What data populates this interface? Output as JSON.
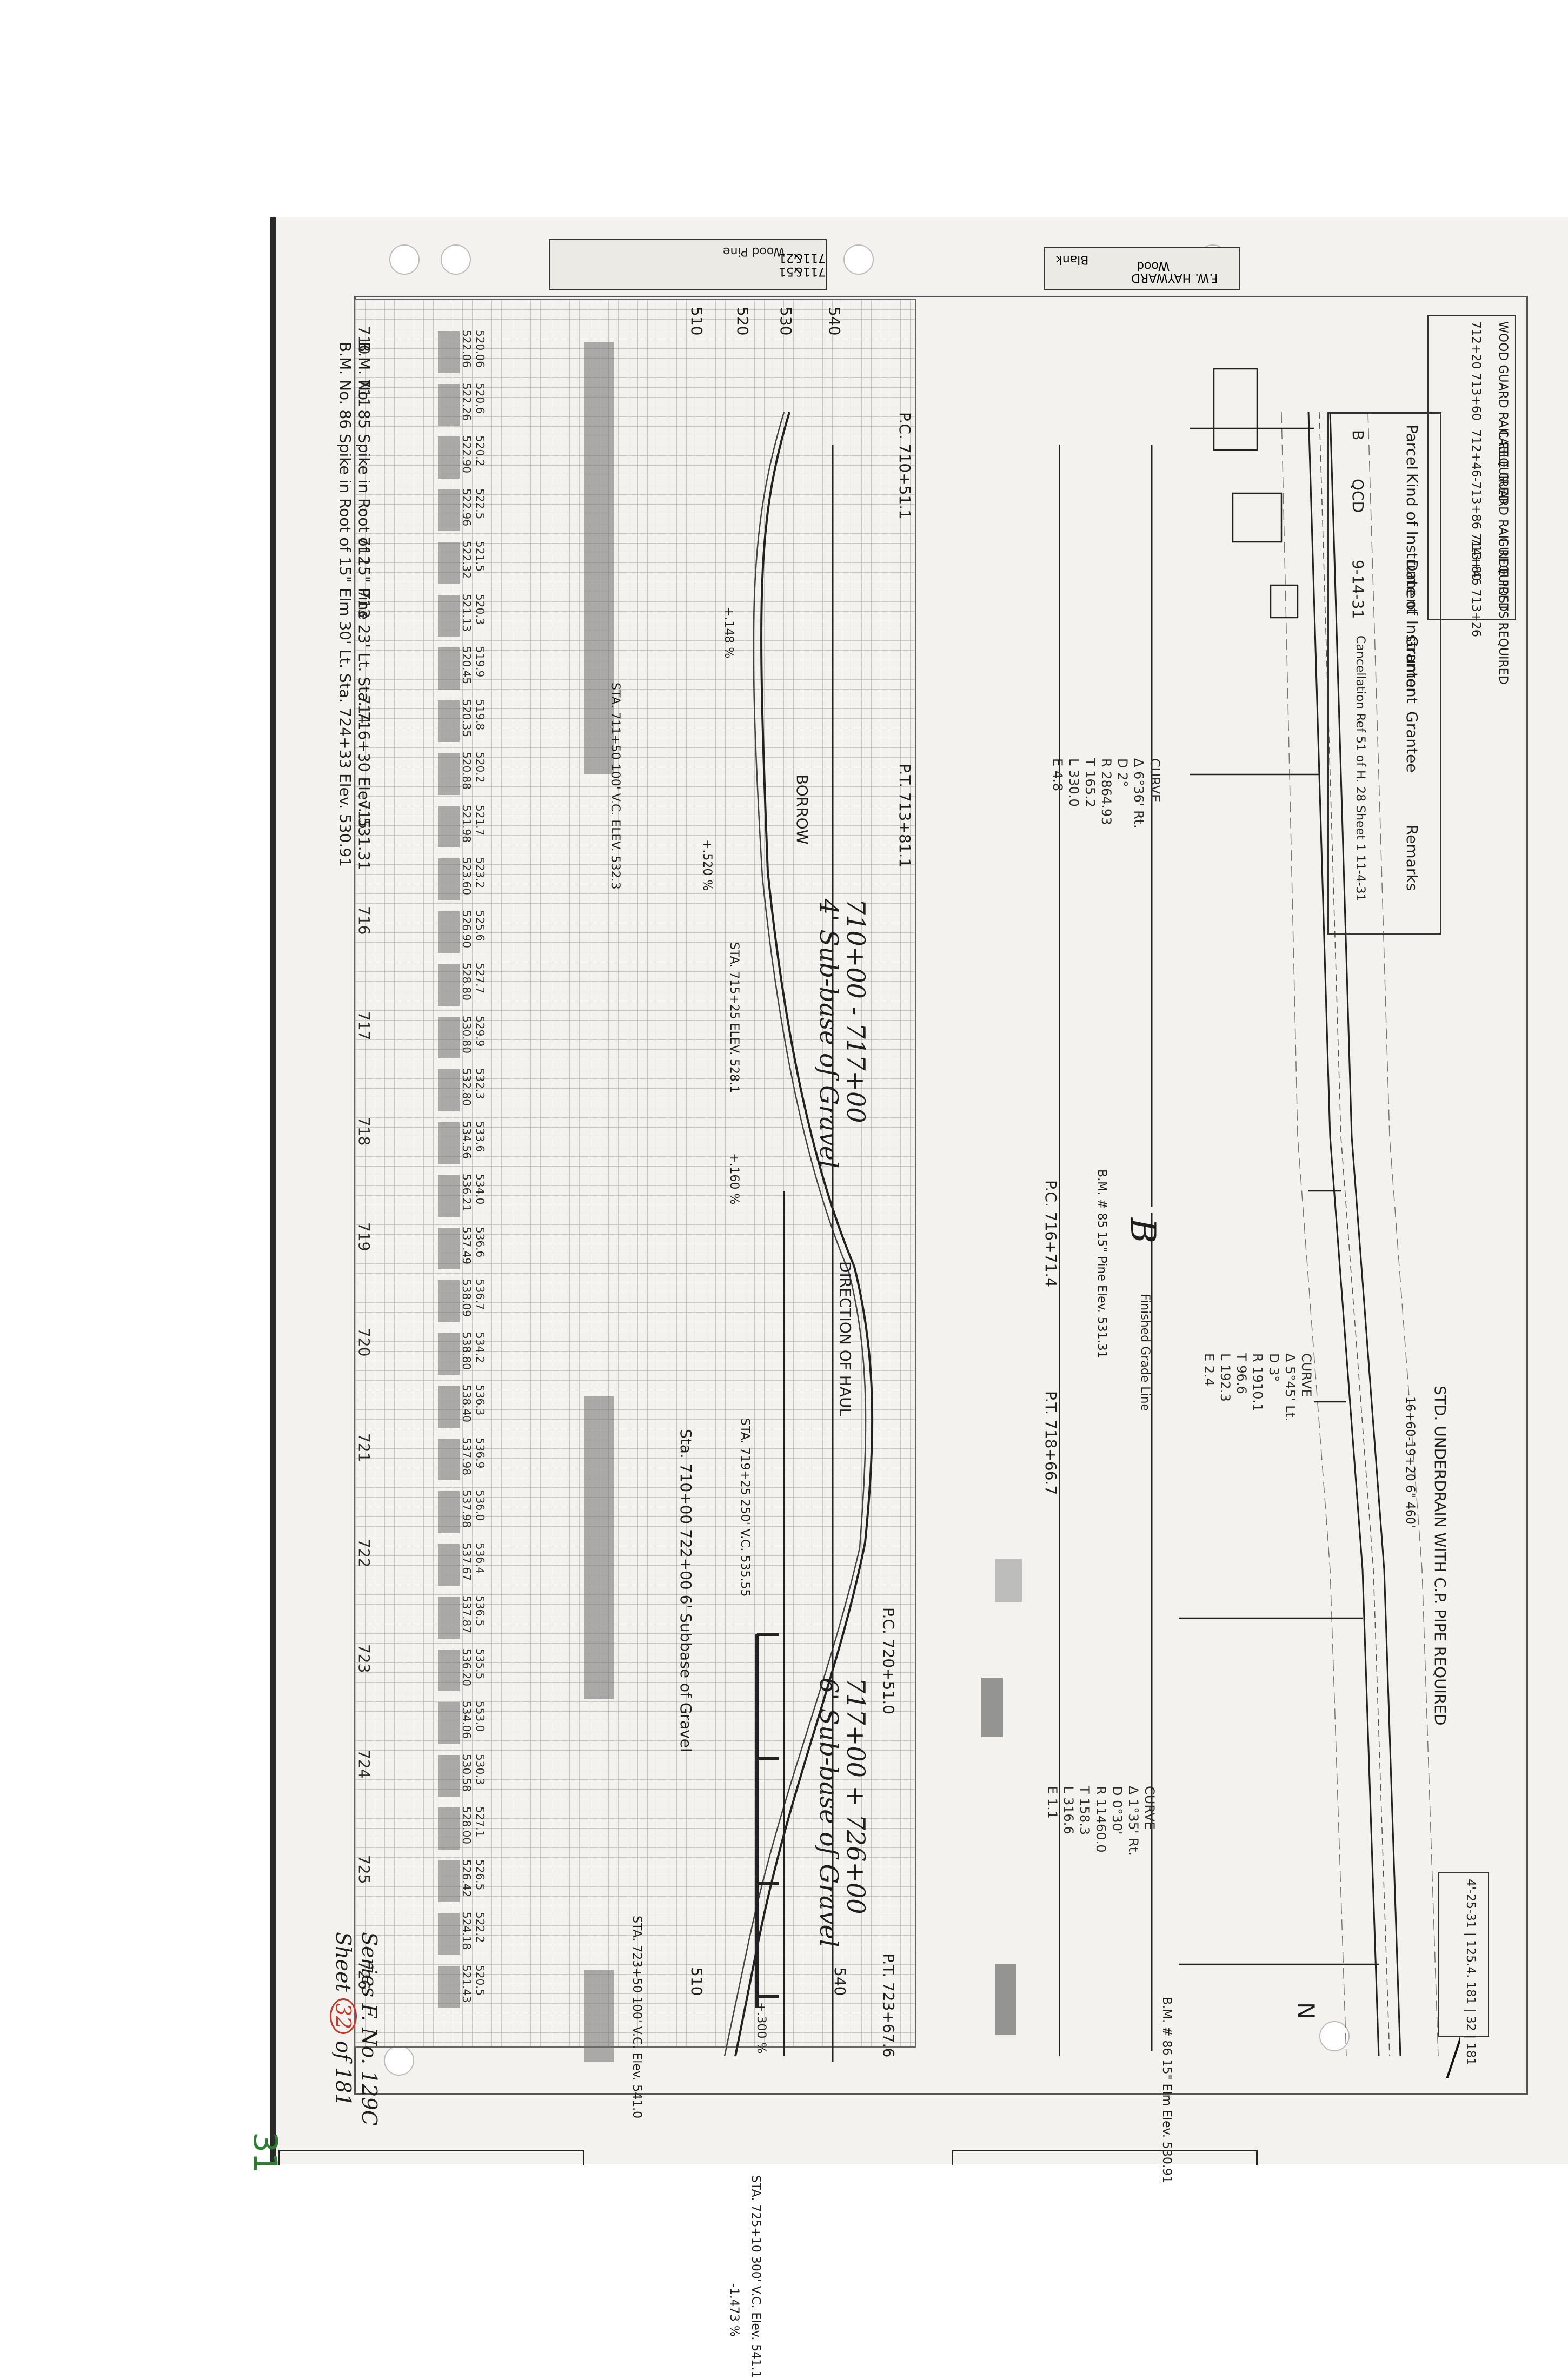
{
  "page_number": "31",
  "header_strips": {
    "left": "Wood Pine",
    "left_num": "711&51 711&21",
    "right_blank": "Blank",
    "right_wood": "Wood",
    "right_name": "F.W. HAYWARD"
  },
  "guard_rail_table": {
    "col1": "WOOD GUARD RAIL REQUIRED",
    "col2": "CABLE GUARD RAIL REQUIRED",
    "col3": "GUIDE POSTS REQUIRED",
    "rows": [
      "712+20 713+60",
      "712+46-713+86 714+80",
      "713+46 713+26"
    ]
  },
  "parcel_table": {
    "headers": [
      "Parcel",
      "Kind of Instrument",
      "Date of Instrument",
      "Grantor",
      "Grantee",
      "Remarks"
    ],
    "row": [
      "B",
      "QCD",
      "9-14-31",
      "",
      "Cancellation Ref 51 of H. 28 Sheet 1 11-4-31",
      ""
    ]
  },
  "labels": {
    "borrow": "BORROW",
    "direction": "DIRECTION OF HAUL",
    "gravel_a_range": "710+00 - 717+00",
    "gravel_a_desc": "4' Sub-base of Gravel",
    "gravel_b_range": "717+00 + 726+00",
    "gravel_b_desc": "6' Sub-base of Gravel",
    "gravel_c": "Sta. 710+00 722+00 6' Subbase of Gravel",
    "grade_label": "Finished Grade Line",
    "pc1": "P.C. 710+51.1",
    "pt1": "P.T. 713+81.1",
    "pc2": "P.C. 716+71.4",
    "pt2": "P.T. 718+66.7",
    "pc3": "P.C. 720+51.0",
    "pt3": "P.T. 723+67.6",
    "bm85_label": "B.M. # 85 15\" Pine Elev. 531.31",
    "bm86_label": "B.M. # 86 15\" Elm Elev. 530.91",
    "parcel_mark": "B",
    "north": "N",
    "right_note_1": "STD. UNDERDRAIN WITH C.P. PIPE REQUIRED",
    "right_note_2": "16+60-19+20 6\" 460'",
    "title_block": "4'-25-31 | 125.4. 181 | 32 | 181"
  },
  "curves": [
    {
      "lines": [
        "CURVE",
        "Δ 6°36' Rt.",
        "D 2°",
        "R 2864.93",
        "T 165.2",
        "L 330.0",
        "E 4.8"
      ]
    },
    {
      "lines": [
        "CURVE",
        "Δ 5°45' Lt.",
        "D 3°",
        "R 1910.1",
        "T 96.6",
        "L 192.3",
        "E 2.4"
      ]
    },
    {
      "lines": [
        "CURVE",
        "Δ 1°35' Rt.",
        "D 0°30'",
        "R 11460.0",
        "T 158.3",
        "L 316.6",
        "E 1.1"
      ]
    }
  ],
  "vertical_curves": [
    {
      "text": "STA. 711+50 100' V.C. ELEV. 532.3"
    },
    {
      "text": "STA. 715+25 ELEV. 528.1"
    },
    {
      "text": "STA. 719+25 250' V.C. 535.55"
    },
    {
      "text": "STA. 723+50 100' V.C. Elev. 541.0"
    },
    {
      "text": "STA. 725+10 300' V.C. Elev. 541.1"
    }
  ],
  "grades": [
    "+.148 %",
    "+.520 %",
    "+.160 %",
    "+.300 %",
    "-1.473 %"
  ],
  "elev_axis": [
    "510",
    "520",
    "530",
    "540"
  ],
  "stations": [
    {
      "sta": "710",
      "top": "520.06",
      "bot": "522.06"
    },
    {
      "sta": "711",
      "top": "520.6",
      "bot": "522.26"
    },
    {
      "sta": "",
      "top": "520.2",
      "bot": "522.90"
    },
    {
      "sta": "",
      "top": "522.5",
      "bot": "522.96"
    },
    {
      "sta": "712",
      "top": "521.5",
      "bot": "522.32"
    },
    {
      "sta": "713",
      "top": "520.3",
      "bot": "521.13"
    },
    {
      "sta": "",
      "top": "519.9",
      "bot": "520.45"
    },
    {
      "sta": "714",
      "top": "519.8",
      "bot": "520.35"
    },
    {
      "sta": "",
      "top": "520.2",
      "bot": "520.88"
    },
    {
      "sta": "715",
      "top": "521.7",
      "bot": "521.98"
    },
    {
      "sta": "",
      "top": "523.2",
      "bot": "523.60"
    },
    {
      "sta": "716",
      "top": "525.6",
      "bot": "526.90"
    },
    {
      "sta": "",
      "top": "527.7",
      "bot": "528.80"
    },
    {
      "sta": "717",
      "top": "529.9",
      "bot": "530.80"
    },
    {
      "sta": "",
      "top": "532.3",
      "bot": "532.80"
    },
    {
      "sta": "718",
      "top": "533.6",
      "bot": "534.56"
    },
    {
      "sta": "",
      "top": "534.0",
      "bot": "536.21"
    },
    {
      "sta": "719",
      "top": "536.6",
      "bot": "537.49"
    },
    {
      "sta": "",
      "top": "536.7",
      "bot": "538.09"
    },
    {
      "sta": "720",
      "top": "534.2",
      "bot": "538.80"
    },
    {
      "sta": "",
      "top": "536.3",
      "bot": "538.40"
    },
    {
      "sta": "721",
      "top": "536.9",
      "bot": "537.98"
    },
    {
      "sta": "",
      "top": "536.0",
      "bot": "537.98"
    },
    {
      "sta": "722",
      "top": "536.4",
      "bot": "537.67"
    },
    {
      "sta": "",
      "top": "536.5",
      "bot": "537.87"
    },
    {
      "sta": "723",
      "top": "535.5",
      "bot": "536.20"
    },
    {
      "sta": "",
      "top": "553.0",
      "bot": "534.06"
    },
    {
      "sta": "724",
      "top": "530.3",
      "bot": "530.58"
    },
    {
      "sta": "",
      "top": "527.1",
      "bot": "528.00"
    },
    {
      "sta": "725",
      "top": "526.5",
      "bot": "526.42"
    },
    {
      "sta": "",
      "top": "522.2",
      "bot": "524.18"
    },
    {
      "sta": "726",
      "top": "520.5",
      "bot": "521.43"
    }
  ],
  "benchmarks": [
    "B.M. No. 85  Spike in Root of 15\" Pine 23' Lt. Sta. 716+30 Elev. 531.31",
    "B.M. No. 86  Spike in Root of 15\" Elm 30' Lt. Sta. 724+33 Elev. 530.91"
  ],
  "series": {
    "line1": "Series F. No. 129C",
    "line2_pre": "Sheet",
    "sheet_no": "32",
    "line2_post": "of 181"
  }
}
